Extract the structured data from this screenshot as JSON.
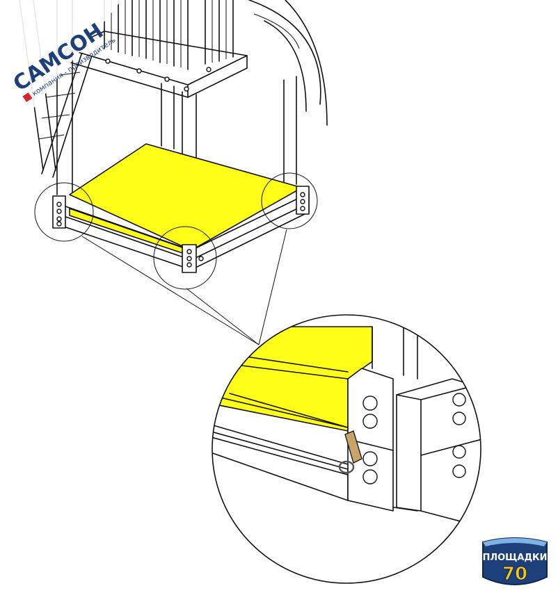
{
  "watermark": {
    "brand": "САМСОН",
    "tagline": "компания - производитель"
  },
  "badge": {
    "line1": "ПЛОЩАДКИ",
    "line2": "70"
  },
  "colors": {
    "floor_yellow": "#ffff1a",
    "brand_navy": "#1d3f7a",
    "brand_red": "#d8262c",
    "badge_yellow": "#f5c518"
  }
}
